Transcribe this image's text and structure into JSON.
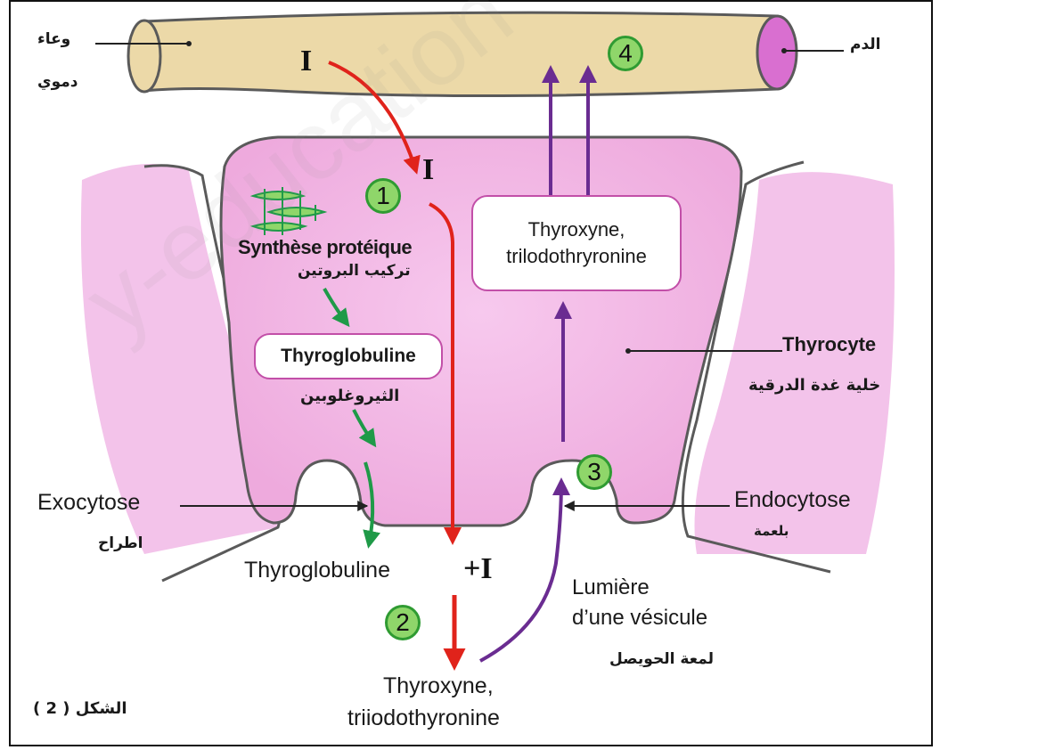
{
  "labels": {
    "vessel_ar_line1": "وعاء",
    "vessel_ar_line2": "دموي",
    "blood_ar": "الدم",
    "iodine": "I",
    "iodine_plus": "+I",
    "step1": "1",
    "step2": "2",
    "step3": "3",
    "step4": "4",
    "protein_synthesis_fr": "Synthèse protéique",
    "protein_synthesis_ar": "تركيب البروتين",
    "thyroglobuline_box": "Thyroglobuline",
    "thyroglobuline_ar": "الثيروغلوبين",
    "hormones_box_line1": "Thyroxyne,",
    "hormones_box_line2": "trilodothryronine",
    "thyrocyte_fr": "Thyrocyte",
    "thyrocyte_ar": "خلية غدة الدرقية",
    "exocytose_fr": "Exocytose",
    "exocytose_ar": "اطراح",
    "endocytose_fr": "Endocytose",
    "endocytose_ar": "بلعمة",
    "thyroglobuline_lumen": "Thyroglobuline",
    "lumen_fr_line1": "Lumière",
    "lumen_fr_line2": "d’une vésicule",
    "lumen_ar": "لمعة الحويصل",
    "hormones_lumen_line1": "Thyroxyne,",
    "hormones_lumen_line2": "triiodothyronine",
    "figure_caption": "الشكل ( 2 )",
    "watermark": "y-education"
  },
  "colors": {
    "cell_fill": "#f2b8e6",
    "cell_border": "#5a5a5a",
    "vessel_fill": "#ecd9a8",
    "vessel_end": "#d96fd0",
    "iodine_arrow": "#e0231b",
    "protein_arrow": "#1f9a48",
    "hormone_arrow": "#6a2c91",
    "step_badge": "#8fd66a"
  }
}
